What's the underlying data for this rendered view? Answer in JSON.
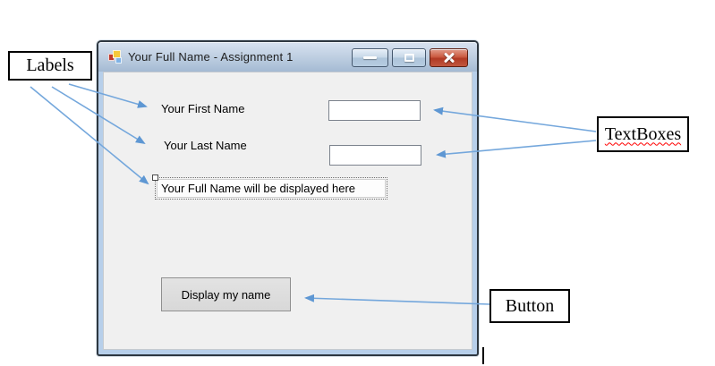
{
  "window": {
    "title": "Your Full Name - Assignment 1",
    "controls_hint": {
      "minimize": "minimize",
      "maximize": "maximize",
      "close": "close"
    }
  },
  "form": {
    "first_name_label": "Your First Name",
    "last_name_label": "Your Last Name",
    "first_name_value": "",
    "last_name_value": "",
    "full_name_label": "Your Full Name will be displayed here",
    "button_label": "Display my name"
  },
  "annotations": {
    "labels_label": "Labels",
    "textboxes_label": "TextBoxes",
    "button_label": "Button"
  },
  "colors": {
    "arrow": "#6FA3DB",
    "arrow_head": "#5E97D3",
    "client_bg": "#F0F0F0",
    "titlebar_top": "#D8E2F0",
    "titlebar_bottom": "#A4BAD3",
    "close_button": "#B13A24",
    "squiggle": "#FF0000"
  }
}
